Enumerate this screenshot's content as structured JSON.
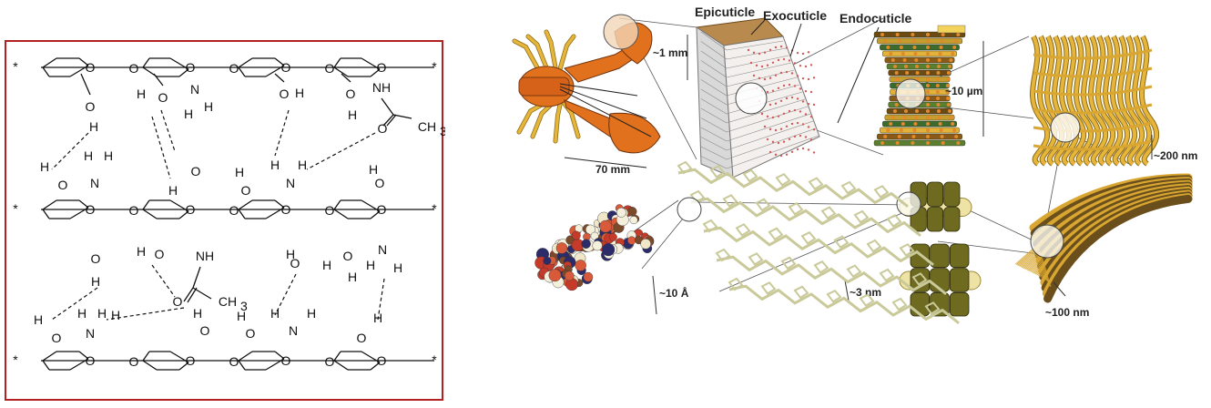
{
  "chitin_structure": {
    "atom_labels": {
      "oxygen": "O",
      "hydrogen": "H",
      "nitrogen": "N",
      "amide_nh": "NH",
      "methyl": "CH",
      "methyl_subscript": "3",
      "chain_end": "*"
    }
  },
  "hierarchy_diagram": {
    "labels": {
      "epicuticle": "Epicuticle",
      "exocuticle": "Exocuticle",
      "endocuticle": "Endocuticle",
      "scale_1mm": "~1 mm",
      "scale_70mm": "70 mm",
      "scale_10um": "~10 µm",
      "scale_200nm": "~200 nm",
      "scale_100nm": "~100 nm",
      "scale_3nm": "~3 nm",
      "scale_10A": "~10 Å"
    },
    "colors": {
      "lobster_orange": "#e2711d",
      "leg_yellow": "#e6b53a",
      "fiber_gold": "#d8a631",
      "fiber_dark": "#6a4f1c",
      "protein_olive": "#6e6a1f",
      "cuticle_tan": "#b88a4e",
      "molecule_green": "#c9c99a"
    }
  }
}
